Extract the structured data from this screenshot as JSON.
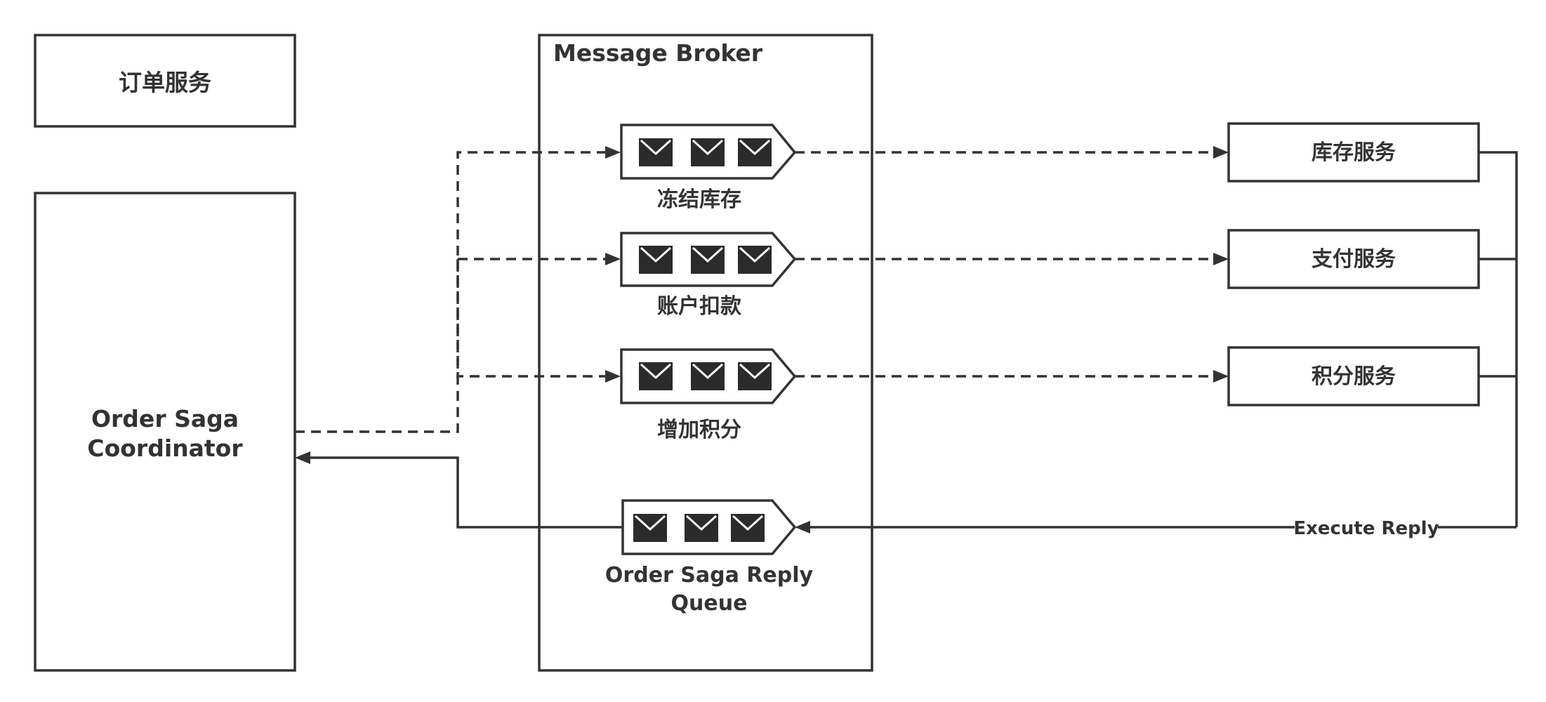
{
  "boxes": {
    "order_service": "订单服务",
    "saga_coordinator": [
      "Order Saga",
      "Coordinator"
    ],
    "message_broker": "Message Broker",
    "inventory_service": "库存服务",
    "payment_service": "支付服务",
    "points_service": "积分服务"
  },
  "queues": {
    "freeze_inventory": "冻结库存",
    "account_deduct": "账户扣款",
    "add_points": "增加积分",
    "reply_queue": [
      "Order Saga Reply",
      "Queue"
    ]
  },
  "edges": {
    "execute_reply": "Execute Reply"
  },
  "colors": {
    "stroke": "#333333",
    "envelope": "#2b2b2b"
  },
  "icons": {
    "message": "envelope-icon"
  }
}
